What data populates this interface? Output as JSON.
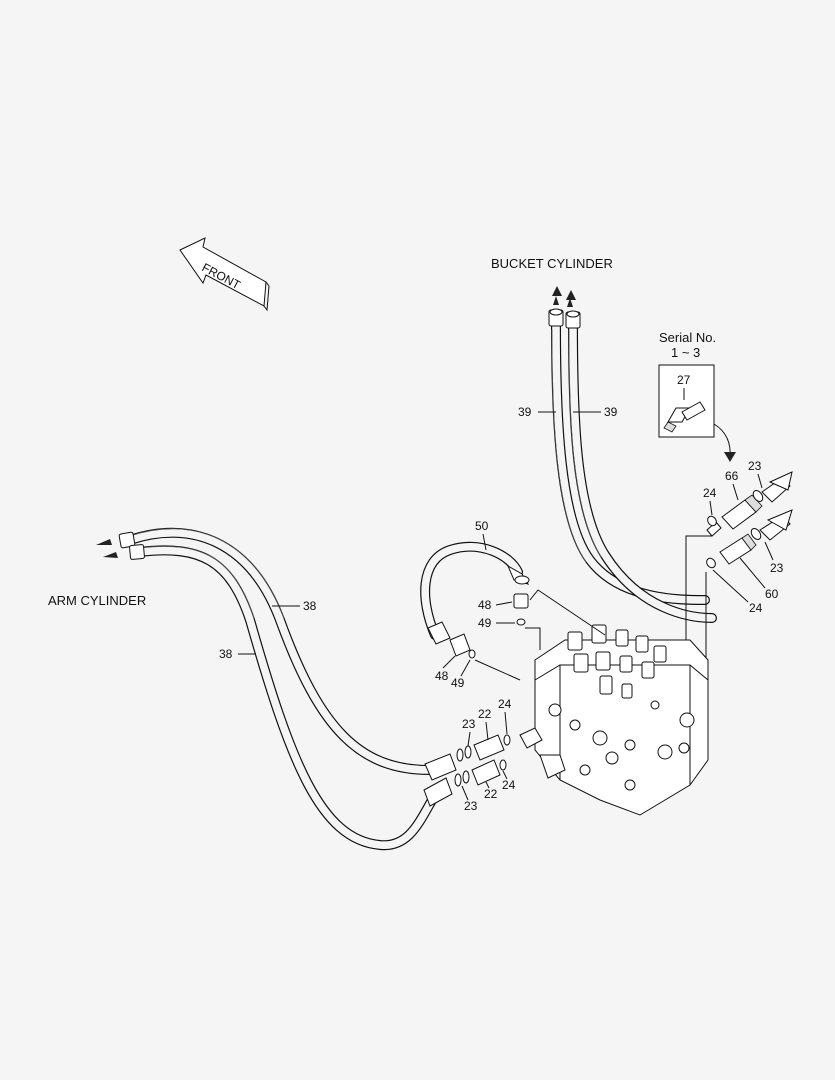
{
  "titles": {
    "bucket_cylinder": "BUCKET CYLINDER",
    "arm_cylinder": "ARM CYLINDER",
    "front": "FRONT",
    "serial_line1": "Serial No.",
    "serial_line2": "1 ~ 3"
  },
  "callouts": {
    "c39a": "39",
    "c39b": "39",
    "c27": "27",
    "c66": "66",
    "c23a": "23",
    "c24a": "24",
    "c23b": "23",
    "c60": "60",
    "c24b": "24",
    "c50": "50",
    "c48a": "48",
    "c49a": "49",
    "c48b": "48",
    "c49b": "49",
    "c38a": "38",
    "c38b": "38",
    "c24c": "24",
    "c22a": "22",
    "c23c": "23",
    "c24d": "24",
    "c22b": "22",
    "c23d": "23"
  }
}
